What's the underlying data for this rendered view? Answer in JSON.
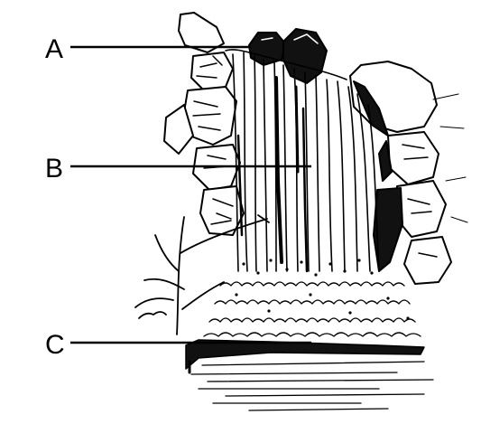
{
  "diagram": {
    "subject": "waterfall-illustration",
    "labels": [
      {
        "id": "A",
        "text": "A"
      },
      {
        "id": "B",
        "text": "B"
      },
      {
        "id": "C",
        "text": "C"
      }
    ],
    "colors": {
      "ink": "#000000",
      "paper": "#ffffff"
    }
  }
}
